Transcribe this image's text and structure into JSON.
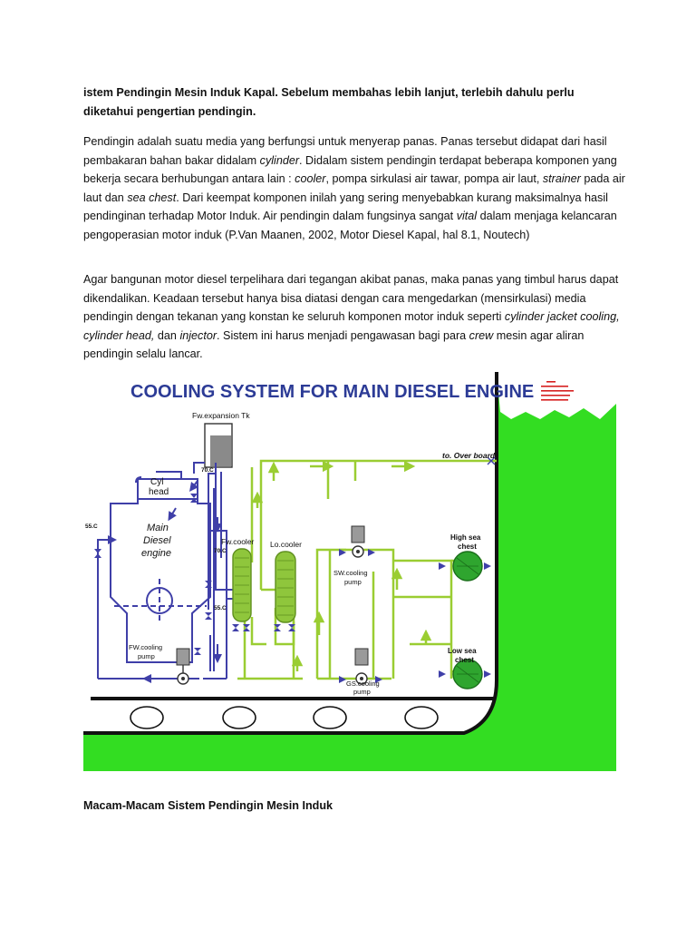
{
  "paragraph1": {
    "text": "istem Pendingin Mesin Induk Kapal. Sebelum membahas lebih lanjut, terlebih dahulu perlu diketahui pengertian pendingin."
  },
  "paragraph2": {
    "s1": "Pendingin adalah suatu media yang berfungsi untuk menyerap panas. Panas tersebut didapat dari hasil pembakaran bahan bakar didalam ",
    "i1": "cylinder",
    "s2": ". Didalam sistem pendingin terdapat beberapa komponen yang bekerja secara berhubungan antara lain : ",
    "i2": "cooler",
    "s3": ", pompa sirkulasi air tawar, pompa air laut, ",
    "i3": "strainer",
    "s4": " pada air laut dan ",
    "i4": "sea chest",
    "s5": ". Dari keempat komponen inilah yang sering menyebabkan kurang maksimalnya hasil pendinginan terhadap Motor Induk. Air pendingin dalam fungsinya sangat ",
    "i5": "vital",
    "s6": " dalam menjaga kelancaran pengoperasian motor induk (P.Van Maanen, 2002, Motor Diesel Kapal, hal 8.1, Noutech)"
  },
  "paragraph3": {
    "s1": "Agar bangunan motor diesel terpelihara dari tegangan akibat panas, maka panas yang timbul harus dapat dikendalikan. Keadaan tersebut hanya bisa diatasi dengan cara mengedarkan (mensirkulasi) media pendingin dengan tekanan yang konstan ke seluruh komponen motor induk seperti ",
    "i1": "cylinder jacket cooling, cylinder head,",
    "s2": " dan ",
    "i2": "injector",
    "s3": ". Sistem ini harus menjadi pengawasan bagi para ",
    "i3": "crew",
    "s4": " mesin agar aliran pendingin selalu lancar."
  },
  "diagram": {
    "title": "COOLING SYSTEM FOR MAIN DIESEL ENGINE",
    "labels": {
      "expansion_tank": "Fw.expansion Tk",
      "overboard": "to. Over board",
      "cyl_head_1": "Cyl",
      "cyl_head_2": "head",
      "engine_1": "Main",
      "engine_2": "Diesel",
      "engine_3": "engine",
      "fw_cooler": "Fw.cooler",
      "lo_cooler": "Lo.cooler",
      "sw_pump_1": "SW.cooling",
      "sw_pump_2": "pump",
      "high_chest_1": "High sea",
      "high_chest_2": "chest",
      "low_chest_1": "Low sea",
      "low_chest_2": "chest",
      "gs_pump_1": "GS.cooling",
      "gs_pump_2": "pump",
      "fw_pump_1": "FW.cooling",
      "fw_pump_2": "pump",
      "temp_70_top": "70.C",
      "temp_55_left": "55.C",
      "temp_70_mid": "70.C",
      "temp_55_right": "55.C"
    },
    "colors": {
      "title": "#2c3b96",
      "fresh_water": "#3f3fa8",
      "sea_water": "#9acd32",
      "green_field": "#33dd22",
      "hull": "#111111"
    }
  },
  "caption": {
    "text": "Macam-Macam Sistem Pendingin Mesin Induk"
  }
}
